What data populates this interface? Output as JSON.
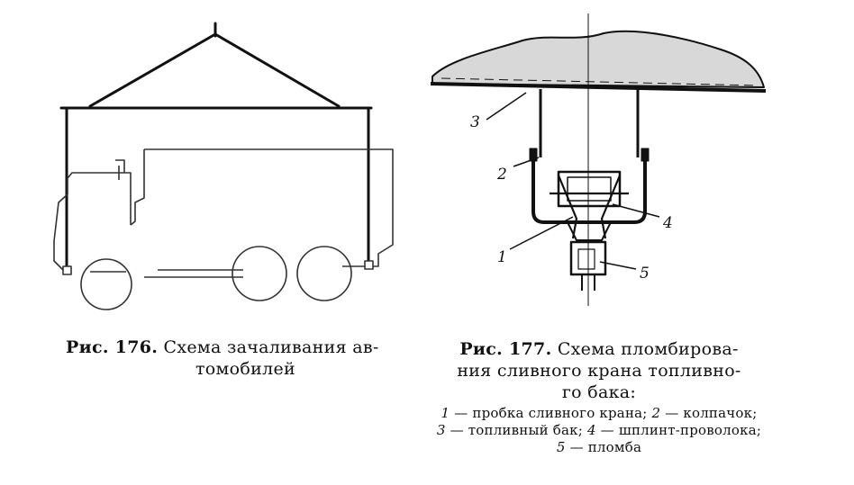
{
  "figure176": {
    "number": "Рис. 176.",
    "caption_line1": "Схема зачаливания ав-",
    "caption_line2": "томобилей"
  },
  "figure177": {
    "number": "Рис. 177.",
    "caption_line1": "Схема пломбирова-",
    "caption_line2": "ния сливного крана топливно-",
    "caption_line3": "го бака:",
    "callouts": [
      "1",
      "2",
      "3",
      "4",
      "5"
    ],
    "legend": [
      {
        "num": "1",
        "text": "— пробка сливного крана;"
      },
      {
        "num": "2",
        "text": "— колпачок;"
      },
      {
        "num": "3",
        "text": "— топливный бак;"
      },
      {
        "num": "4",
        "text": "— шплинт-проволока;"
      },
      {
        "num": "5",
        "text": "— пломба"
      }
    ]
  }
}
